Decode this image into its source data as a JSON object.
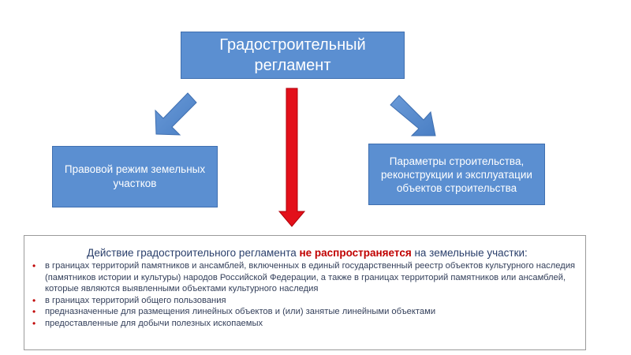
{
  "top_box": {
    "line1": "Градостроительный",
    "line2": "регламент"
  },
  "left_box": {
    "text": "Правовой режим земельных участков"
  },
  "right_box": {
    "text": "Параметры строительства, реконструкции и эксплуатации объектов строительства"
  },
  "info": {
    "heading_prefix": "Действие градостроительного регламента ",
    "heading_bold": "не распространяется",
    "heading_suffix": " на земельные участки:",
    "items": [
      "в границах территорий памятников и ансамблей, включенных в единый государственный реестр объектов культурного наследия (памятников истории и культуры) народов Российской Федерации, а также в границах территорий памятников или ансамблей, которые являются выявленными объектами культурного наследия",
      "в границах территорий общего пользования",
      "предназначенные для размещения линейных объектов и (или) занятые линейными объектами",
      "предоставленные для добычи полезных ископаемых"
    ]
  },
  "colors": {
    "box_fill": "#5b8fd1",
    "accent_arrow": "#e3101a",
    "bullet": "#c00000"
  }
}
